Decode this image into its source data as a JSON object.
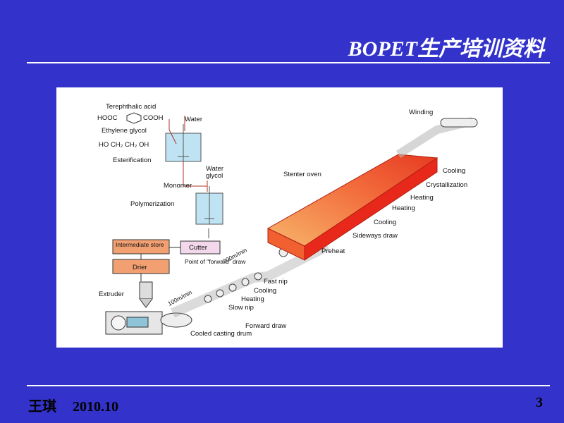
{
  "title": "BOPET生产培训资料",
  "footer": {
    "author": "王琪",
    "date": "2010.10",
    "page": "3"
  },
  "diagram": {
    "labels": {
      "terephthalic_acid": "Terephthalic acid",
      "hooc": "HOOC",
      "cooh": "COOH",
      "water1": "Water",
      "ethylene_glycol": "Ethylene glycol",
      "ho_ch2": "HO CH₂ CH₂ OH",
      "esterification": "Esterification",
      "water2": "Water",
      "glycol": "glycol",
      "monomer": "Monomer",
      "polymerization": "Polymerization",
      "intermediate_store": "Intermediate store",
      "cutter": "Cutter",
      "drier": "Drier",
      "extruder": "Extruder",
      "cooled_casting_drum": "Cooled casting drum",
      "speed_100": "100m/min",
      "point_forward_draw": "Point of \"forward\" draw",
      "speed_300": "300m/min",
      "fast_nip": "Fast nip",
      "cooling1": "Cooling",
      "heating1": "Heating",
      "slow_nip": "Slow nip",
      "forward_draw": "Forward draw",
      "preheat": "Preheat",
      "sideways_draw": "Sideways draw",
      "cooling2": "Cooling",
      "heating2": "Heating",
      "heating3": "Heating",
      "crystallization": "Crystallization",
      "cooling3": "Cooling",
      "stenter_oven": "Stenter oven",
      "winding": "Winding"
    },
    "colors": {
      "oven_hot": "#e8281a",
      "oven_warm": "#f6a24a",
      "box_fill": "#f2a072",
      "cutter_fill": "#f2d8ea",
      "liquid": "#bfe3f2"
    }
  }
}
